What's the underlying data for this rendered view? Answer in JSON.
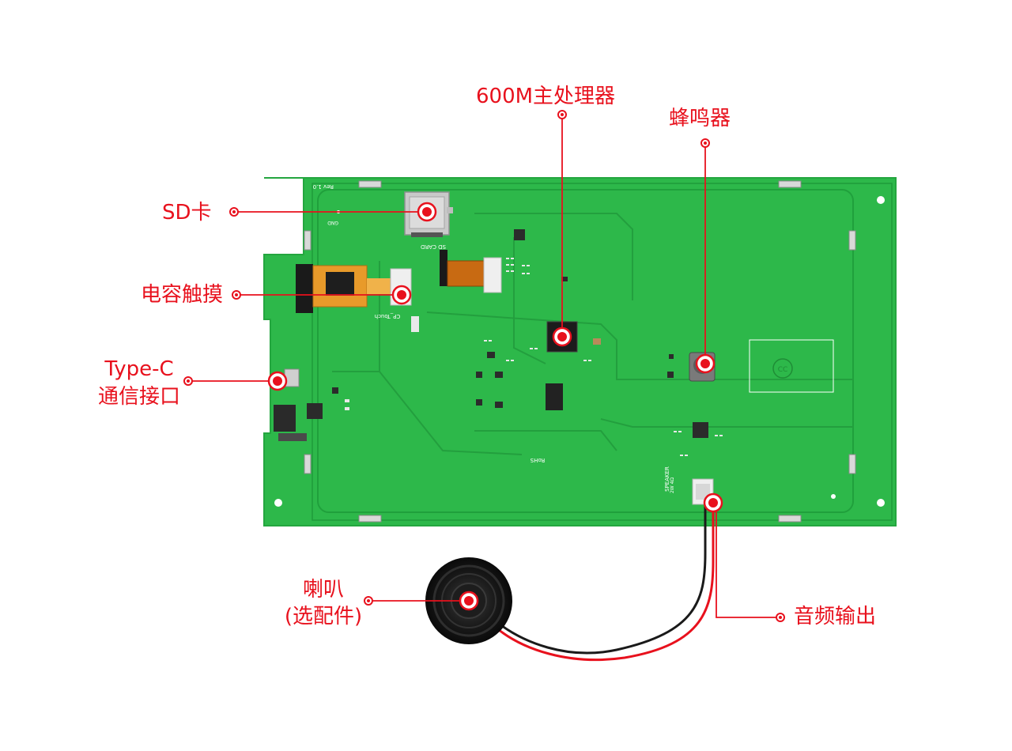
{
  "colors": {
    "accent": "#e8111d",
    "pcb": "#2db84a",
    "pcb_dark": "#1f9a3a",
    "silk": "#ffffff"
  },
  "labels": {
    "sd_card": "SD卡",
    "touch": "电容触摸",
    "typec_1": "Type-C",
    "typec_2": "通信接口",
    "cpu": "600M主处理器",
    "buzzer": "蜂鸣器",
    "speaker_1": "喇叭",
    "speaker_2": "(选配件)",
    "audio_out": "音频输出"
  },
  "silkscreen": {
    "sd_card": "SD CARD",
    "cp_touch": "CP_Touch",
    "rev": "Rev 1.0",
    "gnd": "GND",
    "rohs": "RoHS",
    "speaker": "SPEAKER",
    "speaker_spec": "2W 4Ω",
    "cc_mark": "CC"
  }
}
